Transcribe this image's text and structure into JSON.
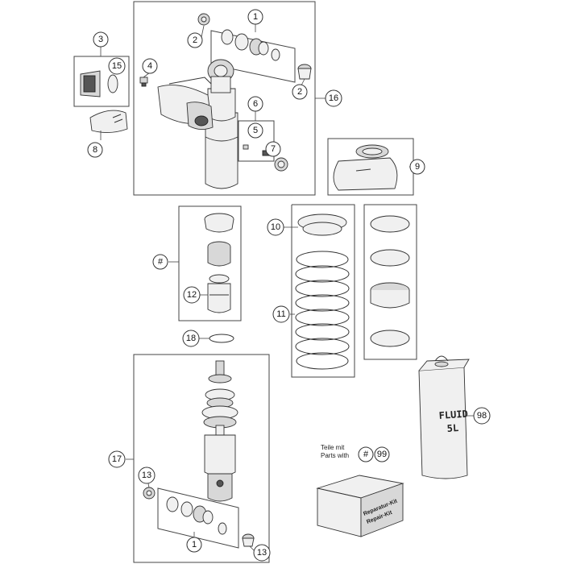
{
  "callouts": {
    "c1_top": "1",
    "c2_left": "2",
    "c2_right": "2",
    "c3": "3",
    "c15": "15",
    "c4": "4",
    "c16": "16",
    "c6": "6",
    "c5": "5",
    "c7": "7",
    "c8": "8",
    "c9": "9",
    "c10": "10",
    "c_hash_left": "#",
    "c12": "12",
    "c11": "11",
    "c18": "18",
    "c17": "17",
    "c13_left": "13",
    "c1_bottom": "1",
    "c13_right": "13",
    "c98": "98",
    "c_hash_kit": "#",
    "c99": "99"
  },
  "notes": {
    "teile_line1": "Teile mit",
    "teile_line2": "Parts with"
  },
  "fluid_can": {
    "line1": "FLUID",
    "line2": "5L"
  },
  "repair_kit": {
    "line1": "Reparatur-Kit",
    "line2": "Repair-Kit"
  }
}
